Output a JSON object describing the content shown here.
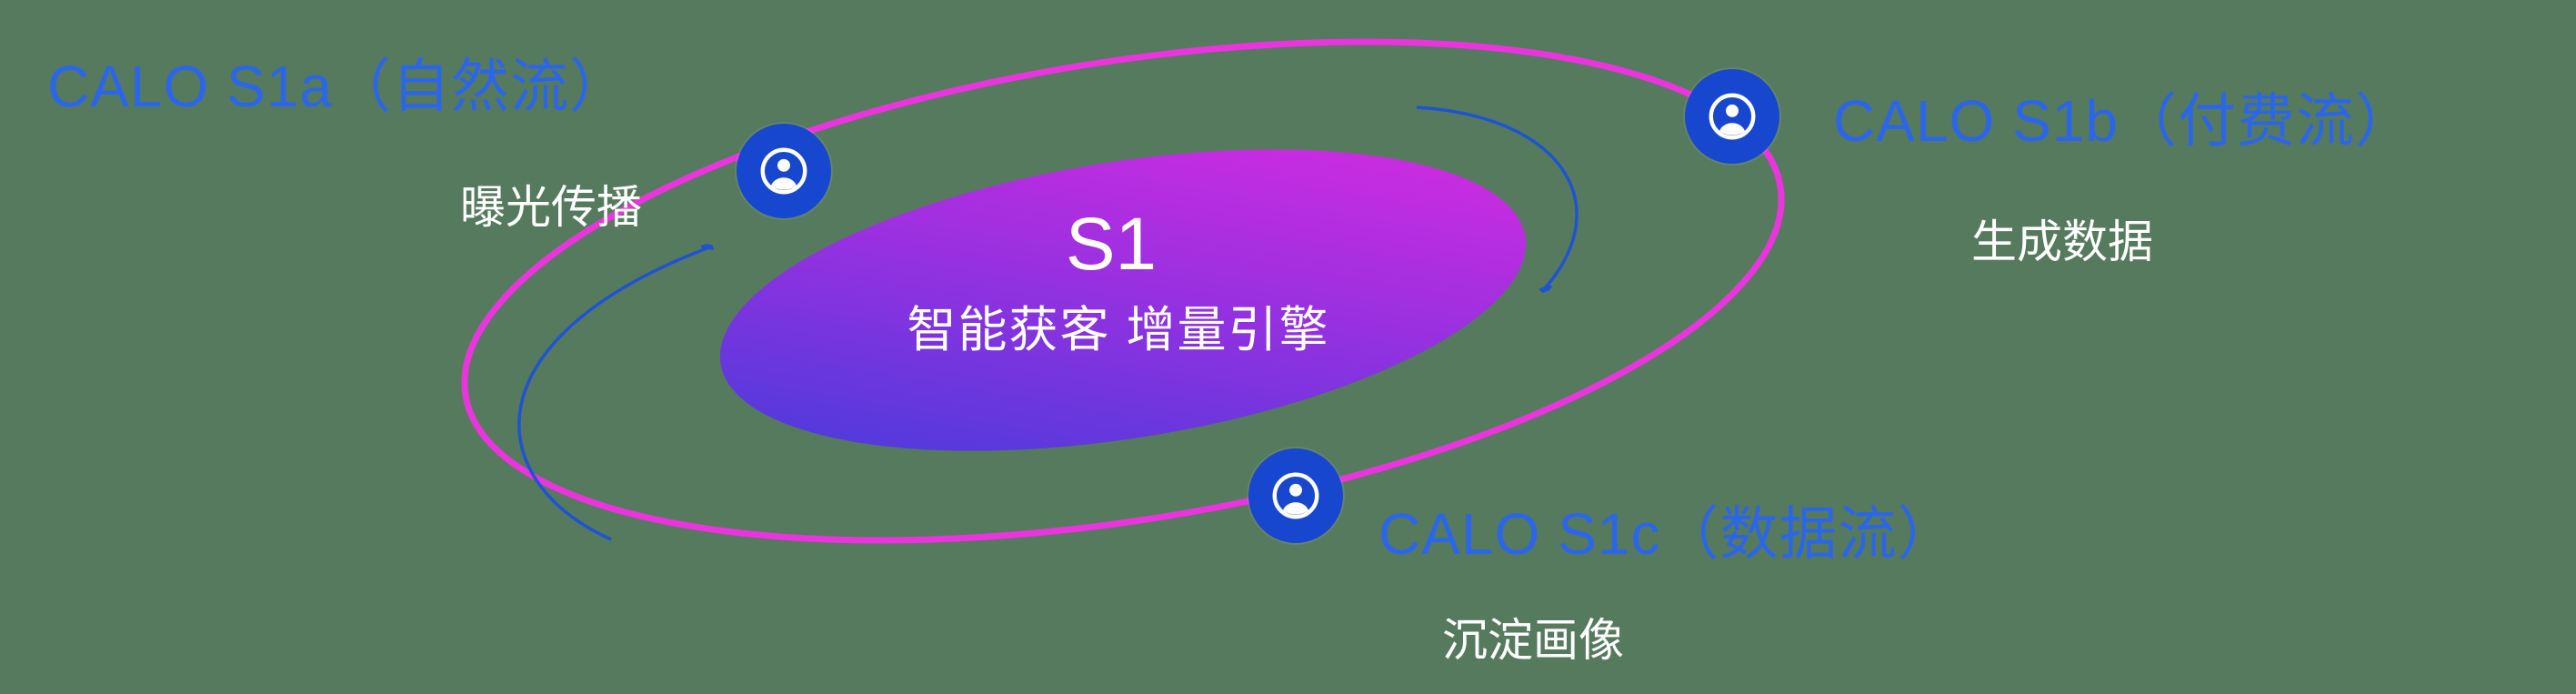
{
  "diagram": {
    "core": {
      "title": "S1",
      "subtitle": "智能获客  增量引擎"
    },
    "nodes": [
      {
        "id": "s1a",
        "label": "CALO S1a（自然流）",
        "sublabel": "曝光传播",
        "icon": "user-icon"
      },
      {
        "id": "s1b",
        "label": "CALO S1b（付费流）",
        "sublabel": "生成数据",
        "icon": "user-icon"
      },
      {
        "id": "s1c",
        "label": "CALO S1c（数据流）",
        "sublabel": "沉淀画像",
        "icon": "user-icon"
      }
    ],
    "colors": {
      "background": "#567a5e",
      "orbit_stroke": "#ea34de",
      "core_gradient_start": "#3b3ddb",
      "core_gradient_end": "#e02ae0",
      "node_label_blue": "#2c66e8",
      "badge_blue": "#1847cf",
      "arrow_blue": "#1f53d4",
      "text_white": "#ffffff"
    }
  }
}
